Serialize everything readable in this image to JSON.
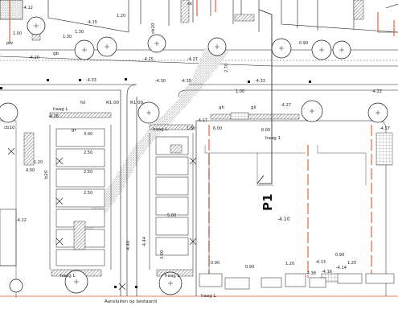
{
  "zone_label": "P1",
  "spot_level": "-4.10",
  "plant_tags": {
    "sk": "sk",
    "gr": "gr",
    "plv": "plv",
    "gb": "gb",
    "gh": "gh",
    "gli": "gli",
    "cb10": "cb10",
    "cb20": "cb20",
    "b20": "b20",
    "fsl": "fsl"
  },
  "hedge_labels": [
    "haag L",
    "haag 1",
    "haag L",
    "haag L",
    "haag L",
    "haag L"
  ],
  "radius_labels": [
    "R1.00",
    "R1.00"
  ],
  "dimensions": [
    "1.20",
    "1.30",
    "0.90",
    "1.00",
    "1.30",
    "3.00",
    "2.50",
    "2.50",
    "2.50",
    "4.00",
    "1.20",
    "5.00",
    "6.00",
    "6.00",
    "1.60",
    "1.20",
    "1.00",
    "2.70",
    "3.00",
    "0.90",
    "1.20",
    "0.90",
    "0.90"
  ],
  "levels": [
    "-4.12",
    "-4.20",
    "-4.15",
    "-4.27",
    "-4.25",
    "-4.30",
    "-4.33",
    "-4.35",
    "-4.27",
    "-4.22",
    "-4.12",
    "-4.40",
    "-4.44",
    "-4.26",
    "-4.17",
    "-4.37",
    "-4.13",
    "-4.38",
    "-4.14",
    "-4.16",
    "-4.33"
  ],
  "footnote": "Aansluiten op bestaand",
  "colors": {
    "line": "#1a1a1a",
    "boundary": "#e0522a",
    "hatch": "#9a9a9a",
    "paper": "#ffffff"
  }
}
